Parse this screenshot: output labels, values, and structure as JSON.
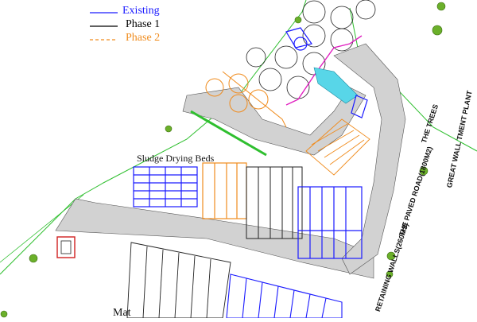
{
  "legend": {
    "items": [
      {
        "label": "Existing",
        "color": "#1a1aff",
        "style": "solid"
      },
      {
        "label": "Phase 1",
        "color": "#000000",
        "style": "solid"
      },
      {
        "label": "Phase 2",
        "color": "#f08c1e",
        "style": "dashed"
      }
    ]
  },
  "labels": {
    "sludge_drying_beds": "Sludge Drying Beds",
    "the_trees": "THE TREES",
    "great_wall_plant": "GREAT WALL TMENT PLANT",
    "paved_road": "THE PAVED ROAD(1800M2)",
    "retaining_walls": "RETAINING WALLS(260M3)",
    "bottom_partial": "Mat"
  },
  "colors": {
    "existing": "#1a1aff",
    "phase1": "#000000",
    "phase2": "#f08c1e",
    "boundary": "#2fbf2f",
    "road": "#cfcfcf",
    "channel": "#58d6e8",
    "magenta": "#e020c0",
    "tree": "#6bb02a"
  }
}
